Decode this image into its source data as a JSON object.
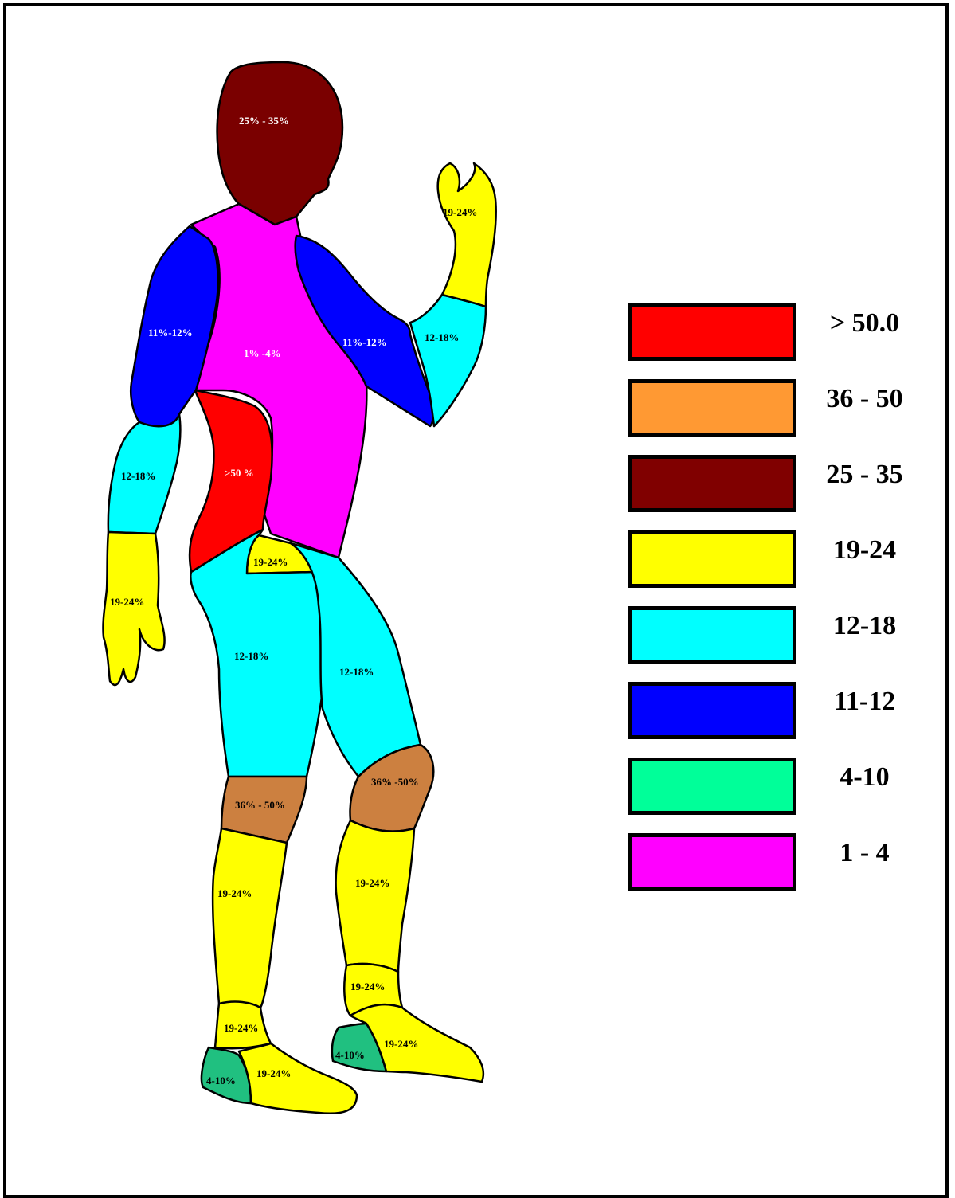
{
  "colors": {
    "red": "#ff0000",
    "orange": "#cc8040",
    "darkred": "#7a0000",
    "yellow": "#ffff00",
    "cyan": "#00ffff",
    "blue": "#0000ff",
    "green": "#20c080",
    "magenta": "#ff00ff"
  },
  "legend": [
    {
      "label": "> 50.0",
      "color": "#ff0000"
    },
    {
      "label": "36 - 50",
      "color": "#ff9933"
    },
    {
      "label": "25 - 35",
      "color": "#800000"
    },
    {
      "label": "19-24",
      "color": "#ffff00"
    },
    {
      "label": "12-18",
      "color": "#00ffff"
    },
    {
      "label": "11-12",
      "color": "#0000ff"
    },
    {
      "label": "4-10",
      "color": "#00ff99"
    },
    {
      "label": "1 - 4",
      "color": "#ff00ff"
    }
  ],
  "regions": {
    "head": "25% - 35%",
    "torso": "1% -4%",
    "lower_back": ">50 %",
    "buttock": "19-24%",
    "left_upper_arm": "11%-12%",
    "right_upper_arm": "11%-12%",
    "left_forearm": "12-18%",
    "right_forearm": "12-18%",
    "left_hand": "19-24%",
    "right_hand": "19-24%",
    "left_thigh": "12-18%",
    "right_thigh": "12-18%",
    "left_knee": "36% - 50%",
    "right_knee": "36% -50%",
    "left_shin": "19-24%",
    "right_shin": "19-24%",
    "left_ankle": "19-24%",
    "right_ankle": "19-24%",
    "left_foot": "19-24%",
    "right_foot": "19-24%",
    "left_heel": "4-10%",
    "right_heel": "4-10%"
  }
}
